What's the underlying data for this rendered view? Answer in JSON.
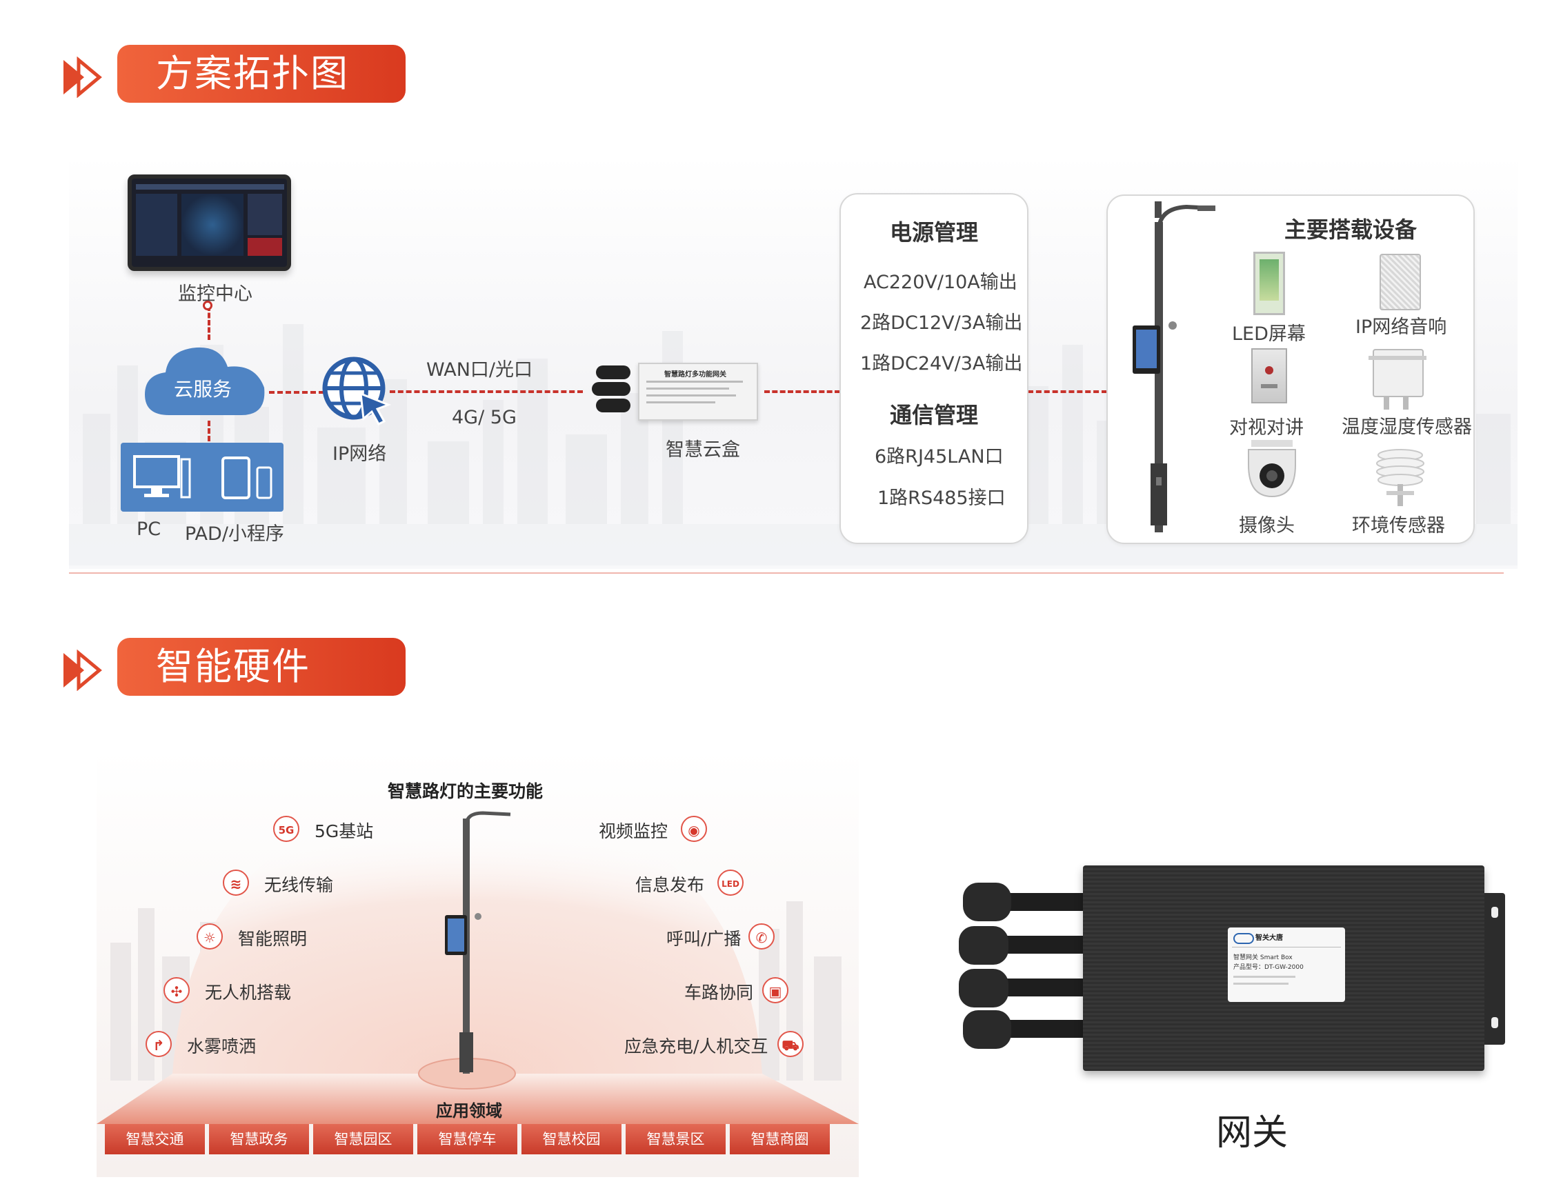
{
  "sections": {
    "topology_title": "方案拓扑图",
    "hardware_title": "智能硬件"
  },
  "topology": {
    "monitor_center": "监控中心",
    "cloud": "云服务",
    "pc": "PC",
    "pad": "PAD/小程序",
    "ip_network": "IP网络",
    "wan": "WAN口/光口",
    "mobile": "4G/ 5G",
    "cloudbox": "智慧云盒",
    "cloudbox_label_text": "智慧路灯多功能网关",
    "power": {
      "title": "电源管理",
      "lines": [
        "AC220V/10A输出",
        "2路DC12V/3A输出",
        "1路DC24V/3A输出"
      ]
    },
    "comm": {
      "title": "通信管理",
      "lines": [
        "6路RJ45LAN口",
        "1路RS485接口"
      ]
    },
    "devices": {
      "title": "主要搭载设备",
      "items": [
        "LED屏幕",
        "IP网络音响",
        "对视对讲",
        "温度湿度传感器",
        "摄像头",
        "环境传感器"
      ]
    }
  },
  "functions": {
    "title": "智慧路灯的主要功能",
    "left": [
      "5G基站",
      "无线传输",
      "智能照明",
      "无人机搭载",
      "水雾喷洒"
    ],
    "right": [
      "视频监控",
      "信息发布",
      "呼叫/广播",
      "车路协同",
      "应急充电/人机交互"
    ],
    "app_title": "应用领域",
    "apps": [
      "智慧交通",
      "智慧政务",
      "智慧园区",
      "智慧停车",
      "智慧校园",
      "智慧景区",
      "智慧商圈"
    ]
  },
  "gateway": {
    "caption": "网关",
    "label_brand": "智关大唐",
    "label_line1": "智慧网关  Smart Box",
    "label_line2": "产品型号：DT-GW-2000"
  },
  "colors": {
    "accent": "#e0482a",
    "dash": "#c8322b"
  }
}
